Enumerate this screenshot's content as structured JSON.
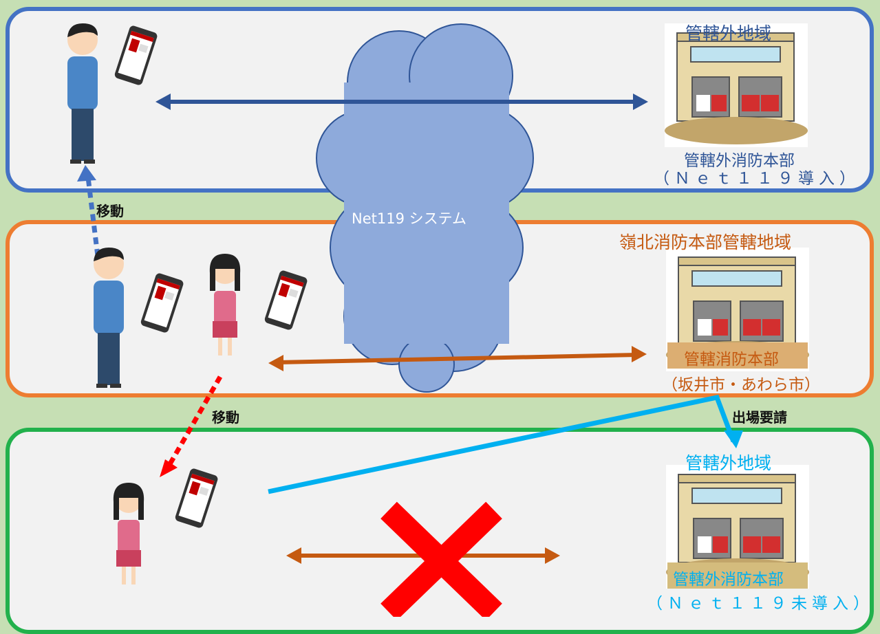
{
  "cloud": {
    "label": "Net119 システム"
  },
  "top": {
    "region": "管轄外地域",
    "hq": "管轄外消防本部",
    "hq_sub": "（Ｎｅｔ１１９導入）"
  },
  "middle": {
    "region": "嶺北消防本部管轄地域",
    "hq": "管轄消防本部",
    "hq_sub": "（坂井市・あわら市）"
  },
  "bottom": {
    "region": "管轄外地域",
    "hq": "管轄外消防本部",
    "hq_sub": "（Ｎｅｔ１１９未導入）"
  },
  "move_label_1": "移動",
  "move_label_2": "移動",
  "dispatch_label": "出場要請",
  "colors": {
    "blue_panel": "#4472c4",
    "orange_panel": "#ed7d31",
    "green_panel": "#22b14c",
    "cross": "#ff0000",
    "dispatch": "#00b0f0"
  }
}
